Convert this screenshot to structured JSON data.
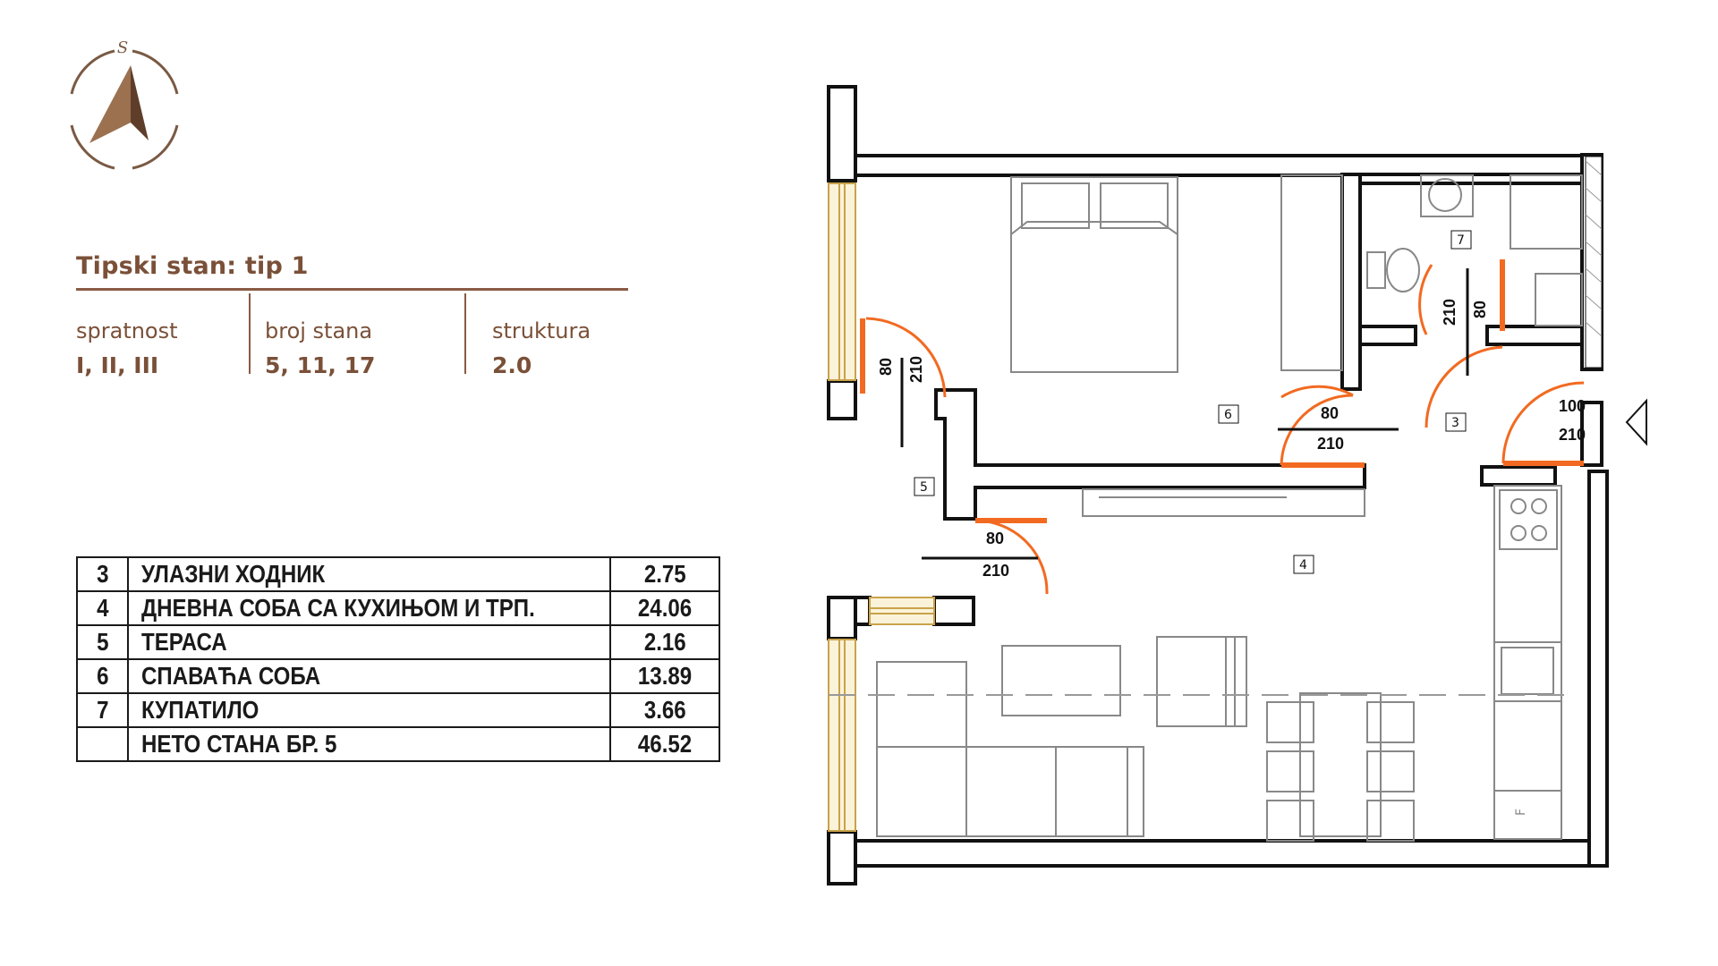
{
  "header": {
    "title": "Tipski stan: tip 1"
  },
  "compass": {
    "letter": "S",
    "color": "#7a5a44"
  },
  "info": [
    {
      "label": "spratnost",
      "value": "I, II, III"
    },
    {
      "label": "broj stana",
      "value": "5, 11, 17"
    },
    {
      "label": "struktura",
      "value": "2.0"
    }
  ],
  "rooms": [
    {
      "num": "3",
      "name": "УЛАЗНИ ХОДНИК",
      "area": "2.75"
    },
    {
      "num": "4",
      "name": "ДНЕВНА СОБА СА КУХИЊОМ И ТРП.",
      "area": "24.06"
    },
    {
      "num": "5",
      "name": "ТЕРАСА",
      "area": "2.16"
    },
    {
      "num": "6",
      "name": "СПАВАЋА СОБА",
      "area": "13.89"
    },
    {
      "num": "7",
      "name": "КУПАТИЛО",
      "area": "3.66"
    },
    {
      "num": "",
      "name": "НЕТО СТАНА БР. 5",
      "area": "46.52"
    }
  ],
  "plan": {
    "room_tags": [
      "6",
      "3",
      "5",
      "4",
      "7"
    ],
    "door_dims": [
      {
        "w": "80",
        "h": "210"
      },
      {
        "w": "80",
        "h": "210"
      },
      {
        "w": "80",
        "h": "210"
      },
      {
        "w": "100",
        "h": "210"
      },
      {
        "w": "80",
        "h": "210"
      }
    ],
    "fridge_label": "F",
    "door_color": "#f26a21",
    "window_color": "#c9a24a"
  },
  "colors": {
    "brand": "#7a5038",
    "rule": "#8a5a44"
  }
}
